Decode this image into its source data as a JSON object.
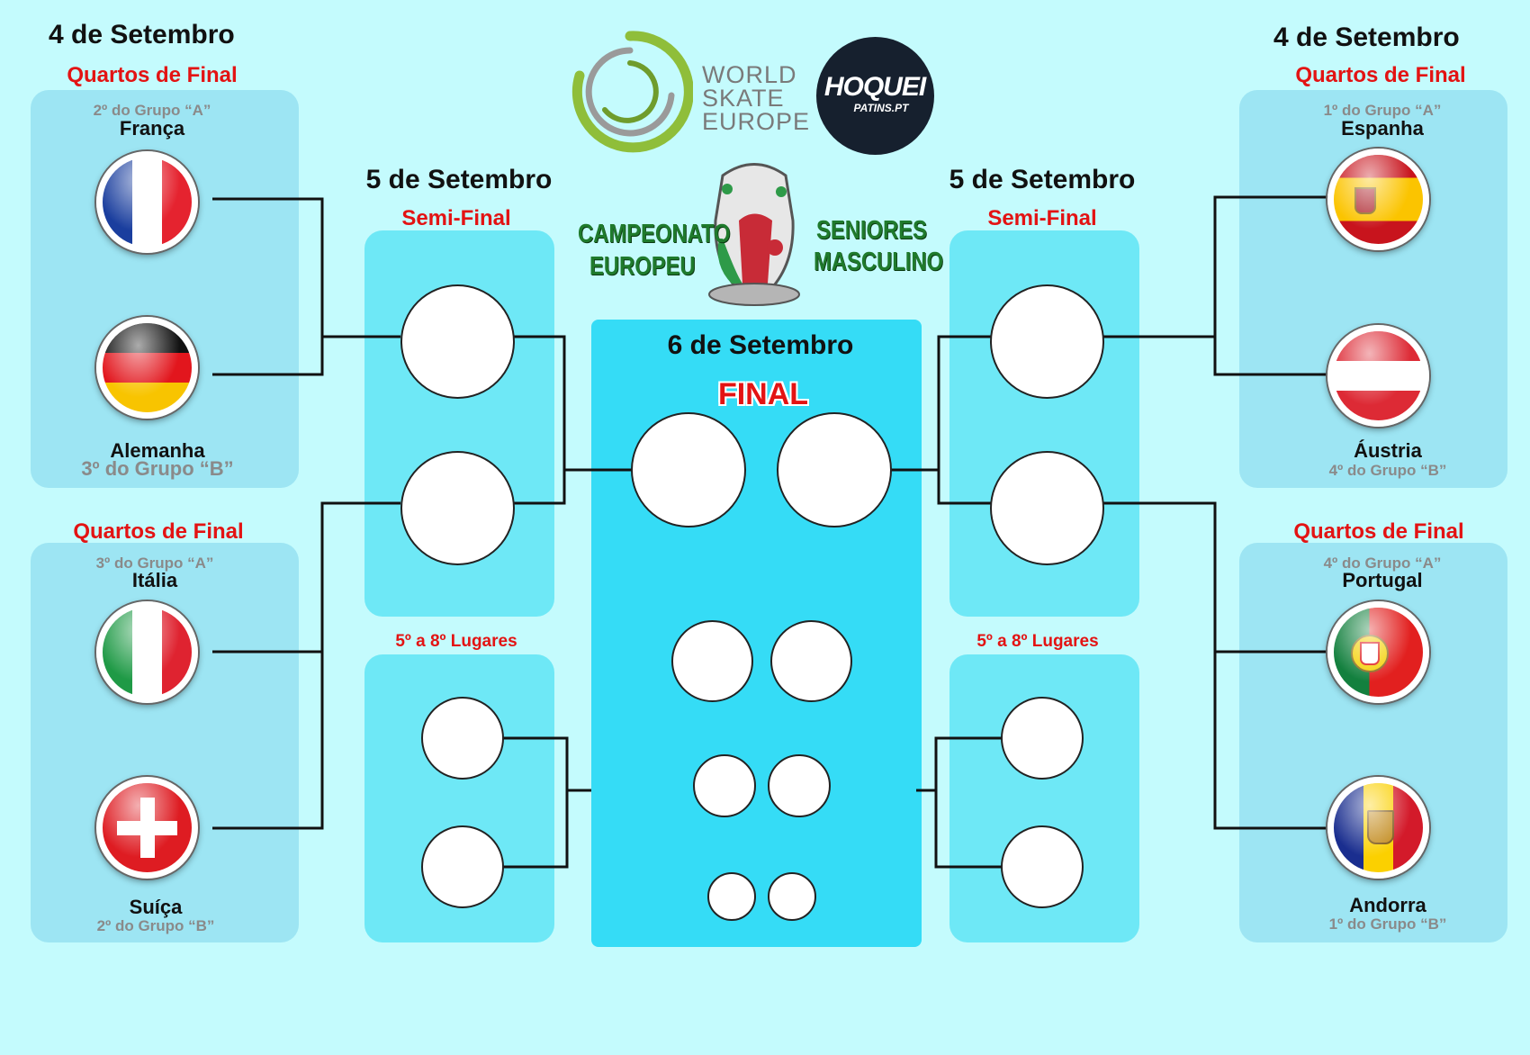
{
  "left": {
    "date_qf": "4 de Setembro",
    "qf_top": {
      "label": "Quartos de Final",
      "team1": "França",
      "team1_group": "2º do Grupo “A”",
      "team2": "Alemanha",
      "team2_group": "3º do Grupo “B”"
    },
    "qf_bottom": {
      "label": "Quartos de Final",
      "team1": "Itália",
      "team1_group": "3º do Grupo “A”",
      "team2": "Suíça",
      "team2_group": "2º do Grupo “B”"
    },
    "date_sf": "5 de Setembro",
    "sf_label": "Semi-Final",
    "placement_label": "5º a 8º Lugares"
  },
  "right": {
    "date_qf": "4 de Setembro",
    "qf_top": {
      "label": "Quartos de Final",
      "team1": "Espanha",
      "team1_group": "1º do Grupo “A”",
      "team2": "Áustria",
      "team2_group": "4º do Grupo “B”"
    },
    "qf_bottom": {
      "label": "Quartos de Final",
      "team1": "Portugal",
      "team1_group": "4º do Grupo “A”",
      "team2": "Andorra",
      "team2_group": "1º do Grupo “B”"
    },
    "date_sf": "5 de Setembro",
    "sf_label": "Semi-Final",
    "placement_label": "5º a 8º Lugares"
  },
  "center": {
    "date": "6 de Setembro",
    "final_label": "FINAL"
  },
  "header": {
    "org_line1": "WORLD",
    "org_line2": "SKATE",
    "org_line3": "EUROPE",
    "partner_line1": "HOQUEI",
    "partner_line2": "PATINS.PT",
    "event_left_1": "CAMPEONATO",
    "event_left_2": "EUROPEU",
    "event_right_1": "SENIORES",
    "event_right_2": "MASCULINO"
  },
  "icons": [
    "world-skate-europe-logo",
    "hoqueipatins-logo",
    "trophy-emblem",
    "flag-france",
    "flag-germany",
    "flag-italy",
    "flag-switzerland",
    "flag-spain",
    "flag-austria",
    "flag-portugal",
    "flag-andorra"
  ],
  "colors": {
    "background": "#c4fbfd",
    "panel": "#9de5f3",
    "panel_bright": "#6ee8f6",
    "panel_center": "#35dcf6",
    "accent_red": "#e31313",
    "title_green": "#1f7a2c"
  }
}
